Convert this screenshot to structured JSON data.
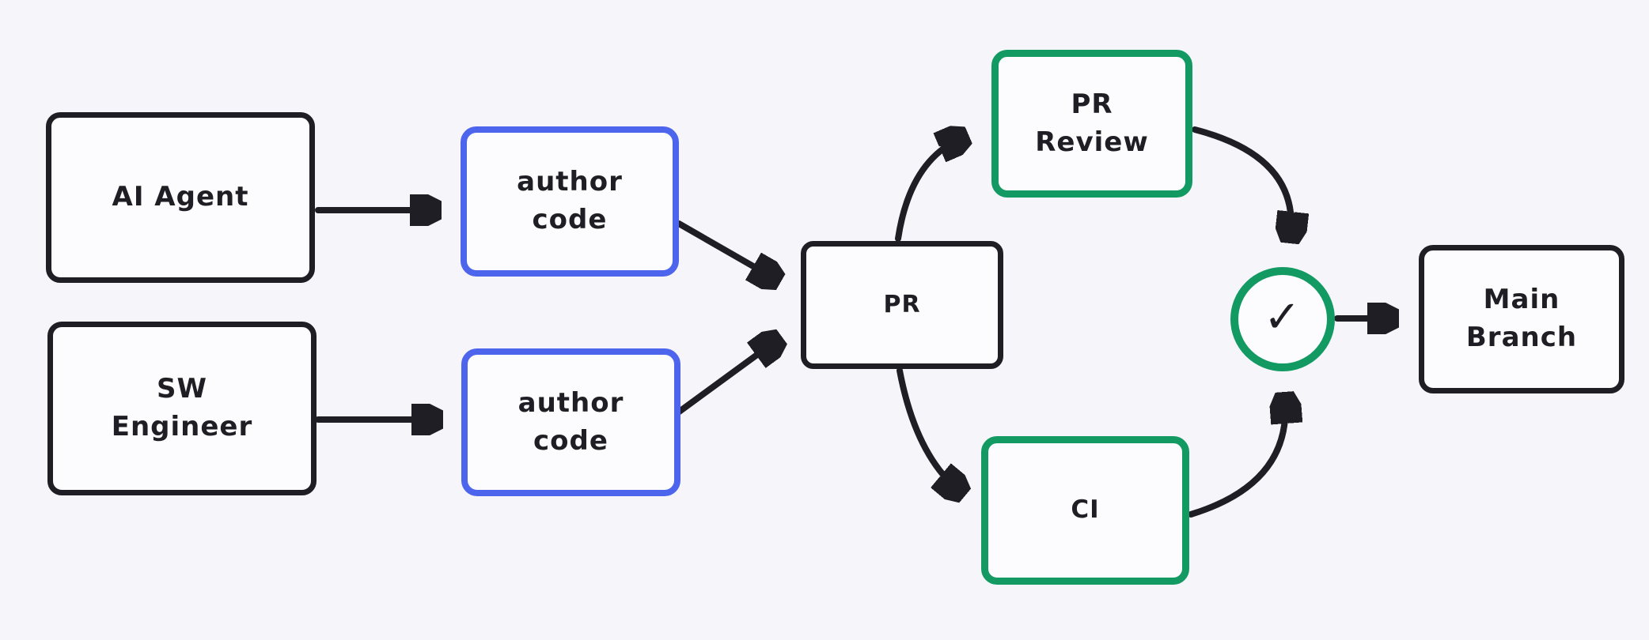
{
  "colors": {
    "background": "#f6f6fa",
    "stroke_dark": "#1e1e24",
    "accent_blue": "#4d64ed",
    "accent_green": "#139a63",
    "node_fill": "#fcfcfe"
  },
  "nodes": {
    "ai_agent": {
      "lines": [
        "AI Agent"
      ],
      "border_color": "dark"
    },
    "sw_engineer": {
      "lines": [
        "SW",
        "Engineer"
      ],
      "border_color": "dark"
    },
    "author_code_top": {
      "lines": [
        "author",
        "code"
      ],
      "border_color": "blue"
    },
    "author_code_bottom": {
      "lines": [
        "author",
        "code"
      ],
      "border_color": "blue"
    },
    "pr": {
      "lines": [
        "PR"
      ],
      "border_color": "dark"
    },
    "pr_review": {
      "lines": [
        "PR",
        "Review"
      ],
      "border_color": "green"
    },
    "ci": {
      "lines": [
        "CI"
      ],
      "border_color": "green"
    },
    "approval_check": {
      "icon": "checkmark",
      "border_color": "green"
    },
    "main_branch": {
      "lines": [
        "Main",
        "Branch"
      ],
      "border_color": "dark"
    }
  },
  "icons": {
    "checkmark": "✓"
  },
  "edges": [
    {
      "from": "ai_agent",
      "to": "author_code_top"
    },
    {
      "from": "sw_engineer",
      "to": "author_code_bottom"
    },
    {
      "from": "author_code_top",
      "to": "pr"
    },
    {
      "from": "author_code_bottom",
      "to": "pr"
    },
    {
      "from": "pr",
      "to": "pr_review"
    },
    {
      "from": "pr",
      "to": "ci"
    },
    {
      "from": "pr_review",
      "to": "approval_check"
    },
    {
      "from": "ci",
      "to": "approval_check"
    },
    {
      "from": "approval_check",
      "to": "main_branch"
    }
  ]
}
